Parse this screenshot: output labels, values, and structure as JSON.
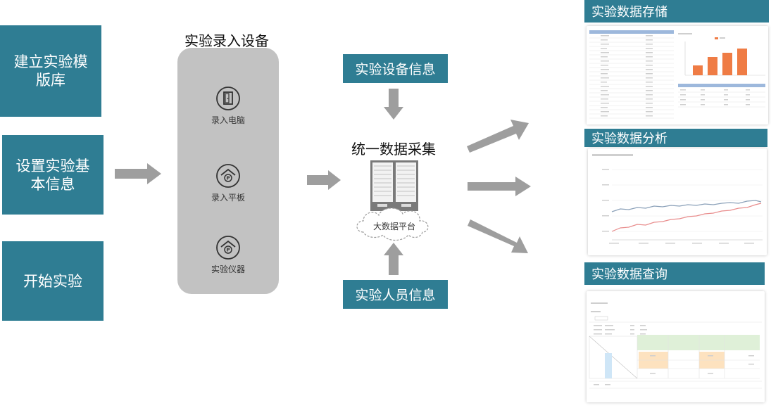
{
  "steps": [
    {
      "label": "建立实验模版库"
    },
    {
      "label": "设置实验基本信息"
    },
    {
      "label": "开始实验"
    }
  ],
  "input_devices": {
    "title": "实验录入设备",
    "items": [
      {
        "label": "录入电脑",
        "icon": "door-icon"
      },
      {
        "label": "录入平板",
        "icon": "parking-home-icon"
      },
      {
        "label": "实验仪器",
        "icon": "parking-home-icon"
      }
    ]
  },
  "center": {
    "device_info": "实验设备信息",
    "title": "统一数据采集",
    "cloud_label": "大数据平台",
    "personnel_info": "实验人员信息"
  },
  "outputs": [
    {
      "label": "实验数据存储"
    },
    {
      "label": "实验数据分析"
    },
    {
      "label": "实验数据查询"
    }
  ],
  "colors": {
    "teal": "#2f7d93",
    "panel_gray": "#c2c2c2",
    "arrow_gray": "#9e9e9e",
    "bar_orange": "#ef7c45"
  }
}
